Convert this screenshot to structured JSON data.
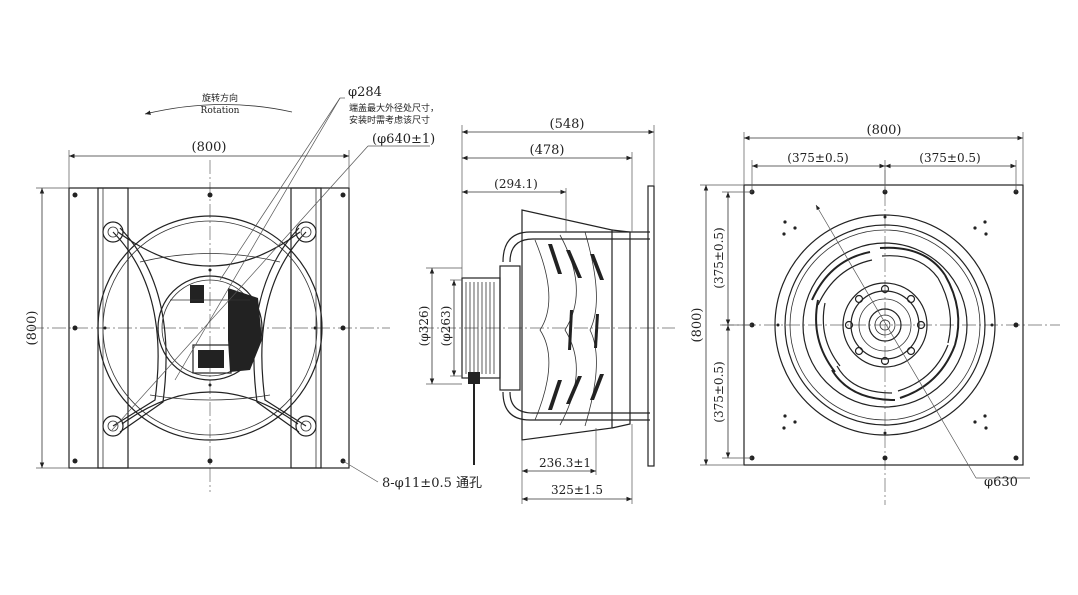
{
  "drawing": {
    "front_view": {
      "width_label": "(800)",
      "height_label": "(800)",
      "rotation_cn": "旋转方向",
      "rotation_en": "Rotation",
      "cap_diameter": "φ284",
      "cap_note_line1": "端盖最大外径处尺寸，",
      "cap_note_line2": "安装时需考虑该尺寸",
      "ring_diameter": "(φ640±1)",
      "holes_label": "8-φ11±0.5 通孔"
    },
    "side_view": {
      "total_depth": "(548)",
      "body_depth": "(478)",
      "inner_depth": "(294.1)",
      "outer_dia": "(φ326)",
      "inner_dia": "(φ263)",
      "dim_a": "236.3±1",
      "dim_b": "325±1.5"
    },
    "rear_view": {
      "width_label": "(800)",
      "height_label": "(800)",
      "half_left": "(375±0.5)",
      "half_right": "(375±0.5)",
      "half_top": "(375±0.5)",
      "half_bottom": "(375±0.5)",
      "impeller_dia": "φ630"
    }
  }
}
